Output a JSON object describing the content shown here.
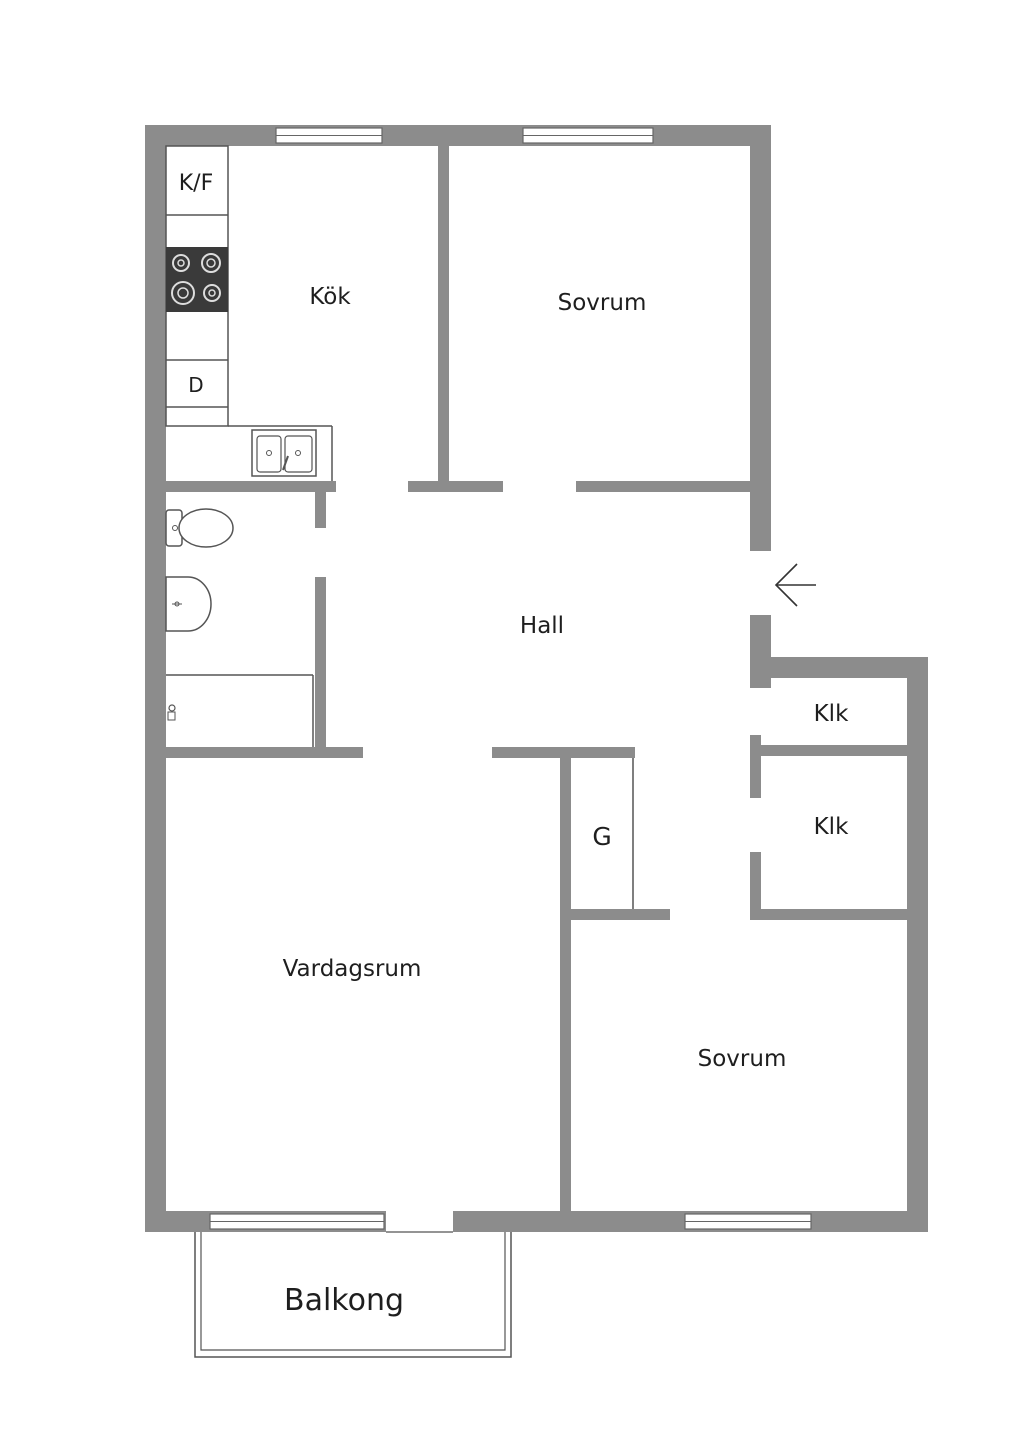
{
  "rooms": {
    "kitchen": "Kök",
    "bedroom_top": "Sovrum",
    "hall": "Hall",
    "living_room": "Vardagsrum",
    "bedroom_bottom": "Sovrum",
    "closet_upper": "Klk",
    "closet_lower": "Klk",
    "wardrobe": "G",
    "balcony": "Balkong"
  },
  "fixtures": {
    "fridge_freezer": "K/F",
    "dishwasher": "D"
  },
  "colors": {
    "wall": "#8c8c8c",
    "stove": "#3a3a3a",
    "background": "#ffffff",
    "text": "#1e1e1e"
  },
  "icons": {
    "entrance": "arrow-left-icon"
  }
}
